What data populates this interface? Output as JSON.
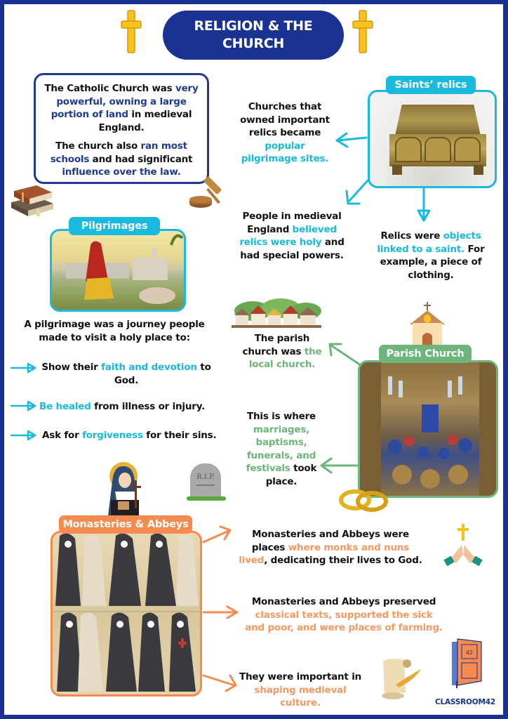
{
  "title": {
    "line1": "RELIGION & THE",
    "line2": "CHURCH"
  },
  "colors": {
    "navy": "#1a3291",
    "cyan": "#1ab9de",
    "green": "#6db57a",
    "orange": "#f68b4f",
    "gold": "#f7c21c"
  },
  "intro": {
    "p1": {
      "a": "The Catholic Church was ",
      "b": "very powerful, owning a large portion of land",
      "c": " in medieval England."
    },
    "p2": {
      "a": "The church also ",
      "b": "ran most schools",
      "c": " and had significant ",
      "d": "influence over the law."
    }
  },
  "relics": {
    "tag": "Saints’ relics",
    "image_alt": "Gilded medieval reliquary chest",
    "fact1": {
      "a": "Churches that owned important relics became ",
      "b": "popular pilgrimage sites."
    },
    "fact2": {
      "a": "People in medieval England ",
      "b": "believed relics were holy",
      "c": " and had special powers."
    },
    "fact3": {
      "a": "Relics were ",
      "b": "objects linked to a saint.",
      "c": " For example, a piece of clothing."
    }
  },
  "pilgrimages": {
    "tag": "Pilgrimages",
    "image_alt": "Pilgrims kneeling before a holy city",
    "intro": "A pilgrimage was a journey people made to visit a holy place to:",
    "items": [
      {
        "a": "Show their ",
        "b": "faith and devotion",
        "c": " to God."
      },
      {
        "a": "",
        "b": "Be healed",
        "c": " from illness or injury."
      },
      {
        "a": "Ask for ",
        "b": "forgiveness",
        "c": " for their sins."
      }
    ]
  },
  "parish": {
    "tag": "Parish Church",
    "image_alt": "Medieval church council illumination",
    "fact1": {
      "a": "The parish church was ",
      "b": "the local church."
    },
    "fact2": {
      "a": "This is where ",
      "b": "marriages, baptisms, funerals, and festivals",
      "c": " took place."
    }
  },
  "monasteries": {
    "tag": "Monasteries & Abbeys",
    "image_alt": "Illustration of nuns in religious habits",
    "fact1": {
      "a": "Monasteries and Abbeys were places ",
      "b": "where monks and nuns lived",
      "c": ", dedicating their lives to God."
    },
    "fact2": {
      "a": "Monasteries and Abbeys preserved ",
      "b": "classical texts, supported the sick and poor, and were places of farming."
    },
    "fact3": {
      "a": "They were important in ",
      "b": "shaping medieval culture."
    }
  },
  "decor": {
    "tombstone_text": "R.I.P.",
    "brand": "CLASSROOM42",
    "door_number": "42"
  }
}
